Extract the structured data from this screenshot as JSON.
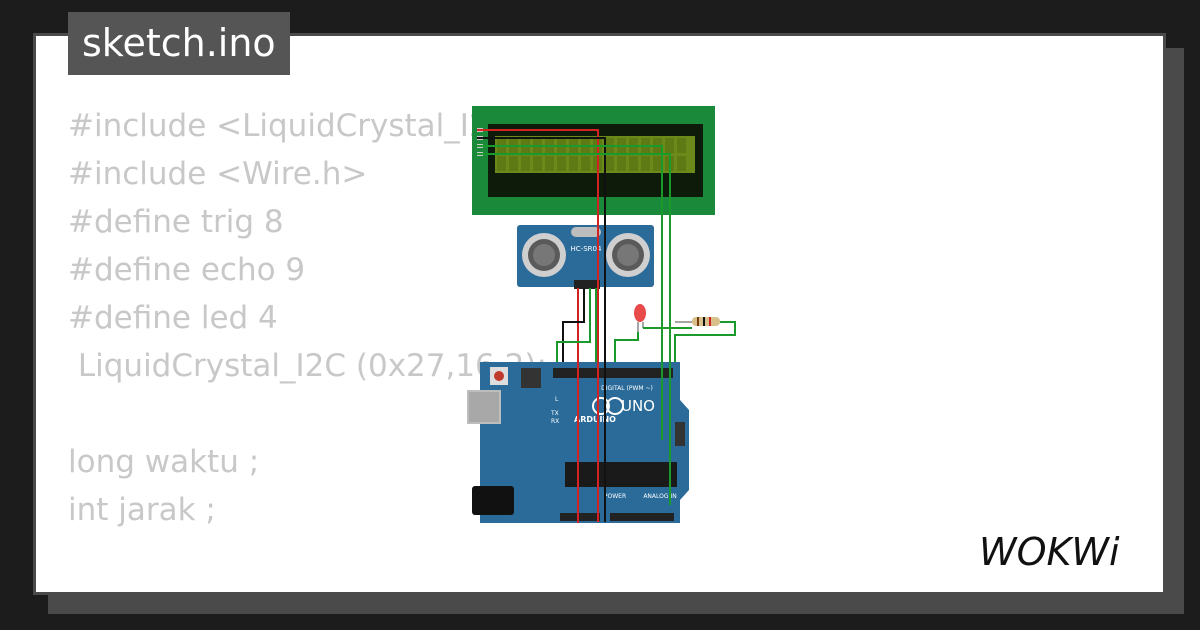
{
  "title": "sketch.ino",
  "code_lines": [
    "#include <LiquidCrystal_I2C",
    "#include <Wire.h>",
    "#define trig 8",
    "#define echo 9",
    "#define led 4",
    " LiquidCrystal_I2C (0x27,16,2);",
    "",
    "long waktu ;",
    "int jarak ;"
  ],
  "sensor_label": "HC-SR04",
  "board": {
    "brand": "ARDUINO",
    "model": "UNO",
    "digital_label": "DIGITAL (PWM ~)",
    "power_label": "POWER",
    "analog_label": "ANALOG IN",
    "led_labels": [
      "L",
      "TX",
      "RX"
    ]
  },
  "logo_text": "WOKWi",
  "colors": {
    "background": "#1c1c1c",
    "card": "#ffffff",
    "tab": "#555555",
    "code_text": "#c8c8c8",
    "lcd_green": "#1a8a3a",
    "lcd_screen": "#6b8a1a",
    "board_blue": "#2a6b9a",
    "wire_red": "#d22222",
    "wire_green": "#1a9a2a",
    "wire_black": "#111111"
  }
}
